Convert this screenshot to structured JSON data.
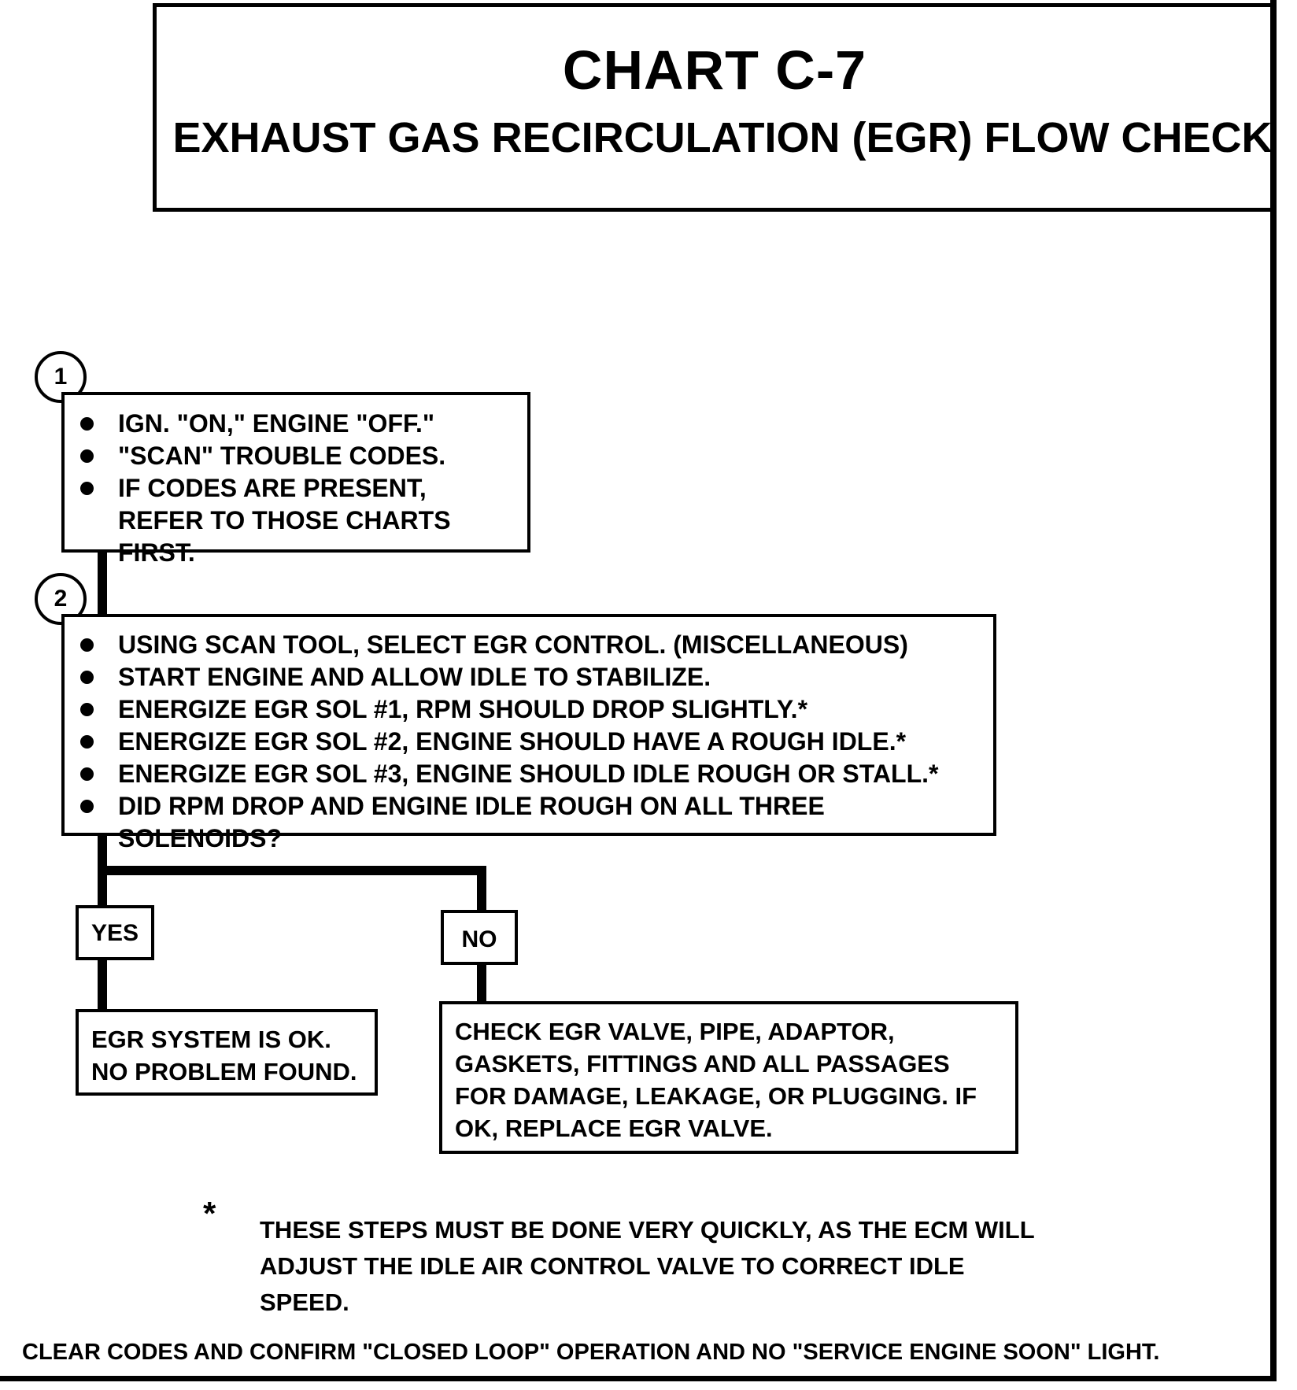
{
  "title": {
    "chart_id": "CHART C-7",
    "subtitle": "EXHAUST GAS RECIRCULATION (EGR) FLOW CHECK"
  },
  "step1": {
    "number": "1",
    "items": [
      "IGN. \"ON,\" ENGINE \"OFF.\"",
      "\"SCAN\" TROUBLE CODES.",
      "IF CODES ARE PRESENT, REFER TO THOSE CHARTS FIRST."
    ]
  },
  "step2": {
    "number": "2",
    "items": [
      "USING SCAN TOOL, SELECT EGR CONTROL.  (MISCELLANEOUS)",
      "START ENGINE AND ALLOW IDLE TO STABILIZE.",
      "ENERGIZE EGR SOL #1, RPM SHOULD DROP SLIGHTLY.*",
      "ENERGIZE EGR SOL #2, ENGINE SHOULD HAVE A ROUGH IDLE.*",
      "ENERGIZE EGR SOL #3, ENGINE SHOULD IDLE ROUGH OR STALL.*",
      "DID RPM DROP AND ENGINE IDLE ROUGH ON ALL THREE SOLENOIDS?"
    ]
  },
  "branches": {
    "yes_label": "YES",
    "no_label": "NO",
    "yes_result": "EGR SYSTEM IS OK. NO PROBLEM FOUND.",
    "no_result": "CHECK EGR VALVE, PIPE, ADAPTOR, GASKETS, FITTINGS AND ALL PASSAGES FOR DAMAGE, LEAKAGE, OR PLUGGING.  IF OK, REPLACE EGR VALVE."
  },
  "footnote": {
    "marker": "*",
    "text": "THESE STEPS MUST BE DONE  VERY QUICKLY, AS THE ECM WILL ADJUST THE IDLE AIR CONTROL VALVE TO CORRECT IDLE SPEED."
  },
  "footer": "CLEAR CODES AND CONFIRM \"CLOSED LOOP\" OPERATION AND NO \"SERVICE ENGINE SOON\" LIGHT."
}
